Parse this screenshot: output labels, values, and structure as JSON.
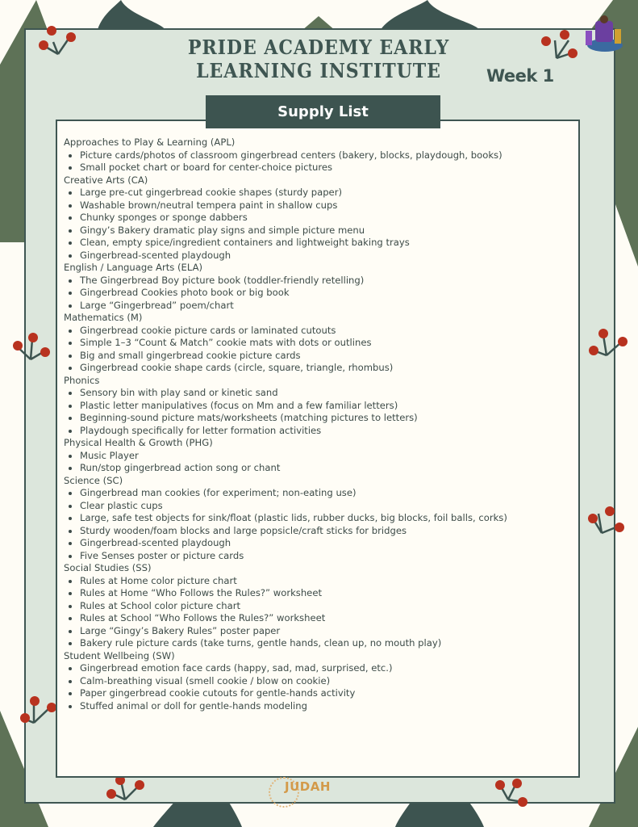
{
  "header": {
    "title_line1": "PRIDE ACADEMY EARLY",
    "title_line2": "LEARNING INSTITUTE",
    "week": "Week 1",
    "banner": "Supply List"
  },
  "sections": [
    {
      "title": "Approaches to Play & Learning (APL)",
      "items": [
        "Picture cards/photos of classroom gingerbread centers (bakery, blocks, playdough, books)",
        "Small pocket chart or board for center-choice pictures"
      ]
    },
    {
      "title": "Creative Arts (CA)",
      "items": [
        "Large pre-cut gingerbread cookie shapes (sturdy paper)",
        "Washable brown/neutral tempera paint in shallow cups",
        "Chunky sponges or sponge dabbers",
        "Gingy’s Bakery dramatic play signs and simple picture menu",
        "Clean, empty spice/ingredient containers and lightweight baking trays",
        "Gingerbread-scented playdough"
      ]
    },
    {
      "title": "English / Language Arts (ELA)",
      "items": [
        "The Gingerbread Boy picture book (toddler-friendly retelling)",
        "Gingerbread Cookies photo book or big book",
        "Large “Gingerbread” poem/chart"
      ]
    },
    {
      "title": "Mathematics (M)",
      "items": [
        "Gingerbread cookie picture cards or laminated cutouts",
        "Simple 1–3 “Count & Match” cookie mats with dots or outlines",
        "Big and small gingerbread cookie picture cards",
        "Gingerbread cookie shape cards (circle, square, triangle, rhombus)"
      ]
    },
    {
      "title": "Phonics",
      "items": [
        "Sensory bin with play sand or kinetic sand",
        "Plastic letter manipulatives (focus on Mm and a few familiar letters)",
        "Beginning-sound picture mats/worksheets (matching pictures to letters)",
        "Playdough specifically for letter formation activities"
      ]
    },
    {
      "title": "Physical Health & Growth (PHG)",
      "items": [
        "Music Player",
        "Run/stop gingerbread action song or chant"
      ]
    },
    {
      "title": "Science (SC)",
      "items": [
        "Gingerbread man cookies (for experiment; non-eating use)",
        "Clear plastic cups",
        "Large, safe test objects for sink/float (plastic lids, rubber ducks, big blocks, foil balls, corks)",
        "Sturdy wooden/foam blocks and large popsicle/craft sticks for bridges",
        "Gingerbread-scented playdough",
        "Five Senses poster or picture cards"
      ]
    },
    {
      "title": "Social Studies (SS)",
      "items": [
        "Rules at Home color picture chart",
        "Rules at Home “Who Follows the Rules?” worksheet",
        "Rules at School color picture chart",
        "Rules at School “Who Follows the Rules?” worksheet",
        "Large “Gingy’s Bakery Rules” poster paper",
        "Bakery rule picture cards (take turns, gentle hands, clean up, no mouth play)"
      ]
    },
    {
      "title": "Student Wellbeing (SW)",
      "items": [
        "Gingerbread emotion face cards (happy, sad, mad, surprised, etc.)",
        "Calm-breathing visual (smell cookie / blow on cookie)",
        "Paper gingerbread cookie cutouts for gentle-hands activity",
        "Stuffed animal or doll for gentle-hands modeling"
      ]
    }
  ],
  "footer_logo": "JUDAH",
  "colors": {
    "panel": "#dce6dc",
    "dark": "#3d5450",
    "berry": "#b8321f",
    "tree": "#5e7257"
  }
}
